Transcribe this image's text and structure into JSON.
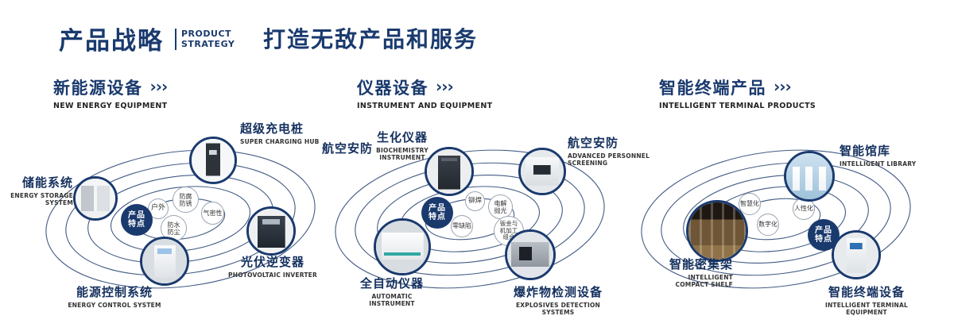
{
  "header": {
    "title": "产品战略",
    "subtitle_line1": "PRODUCT",
    "subtitle_line2": "STRATEGY",
    "tagline": "打造无敌产品和服务"
  },
  "sections": [
    {
      "title": "新能源设备",
      "arrows": "›››",
      "subtitle": "NEW ENERGY EQUIPMENT",
      "center": {
        "line1": "产品",
        "line2": "特点"
      },
      "features": [
        "户外",
        "防腐防锈",
        "气密性",
        "防水防尘"
      ],
      "products": [
        {
          "name": "储能系统",
          "en": "ENERGY STORAGE SYSTEM"
        },
        {
          "name": "超级充电桩",
          "en": "SUPER CHARGING HUB"
        },
        {
          "name": "光伏逆变器",
          "en": "PHOTOVOLTAIC INVERTER"
        },
        {
          "name": "能源控制系统",
          "en": "ENERGY CONTROL SYSTEM"
        }
      ]
    },
    {
      "title": "仪器设备",
      "arrows": "›››",
      "subtitle": "INSTRUMENT AND EQUIPMENT",
      "center": {
        "line1": "产品",
        "line2": "特点"
      },
      "aviation_label": "航空安防",
      "features": [
        "铆焊",
        "电解抛光",
        "零缺陷",
        "钣金与机加工组合"
      ],
      "products": [
        {
          "name": "生化仪器",
          "en": "BIOCHEMISTRY INSTRUMENT"
        },
        {
          "name": "航空安防",
          "en": "ADVANCED PERSONNEL SCREENING"
        },
        {
          "name": "全自动仪器",
          "en": "AUTOMATIC INSTRUMENT"
        },
        {
          "name": "爆炸物检测设备",
          "en": "EXPLOSIVES DETECTION SYSTEMS"
        }
      ]
    },
    {
      "title": "智能终端产品",
      "arrows": "›››",
      "subtitle": "INTELLIGENT TERMINAL PRODUCTS",
      "center": {
        "line1": "产品",
        "line2": "特点"
      },
      "features": [
        "智慧化",
        "人性化",
        "数字化"
      ],
      "products": [
        {
          "name": "智能馆库",
          "en": "INTELLIGENT LIBRARY"
        },
        {
          "name": "智能密集架",
          "en": "INTELLIGENT COMPACT SHELF"
        },
        {
          "name": "智能终端设备",
          "en": "INTELLIGENT TERMINAL EQUIPMENT"
        }
      ]
    }
  ],
  "colors": {
    "navy": "#1a3a6e"
  }
}
